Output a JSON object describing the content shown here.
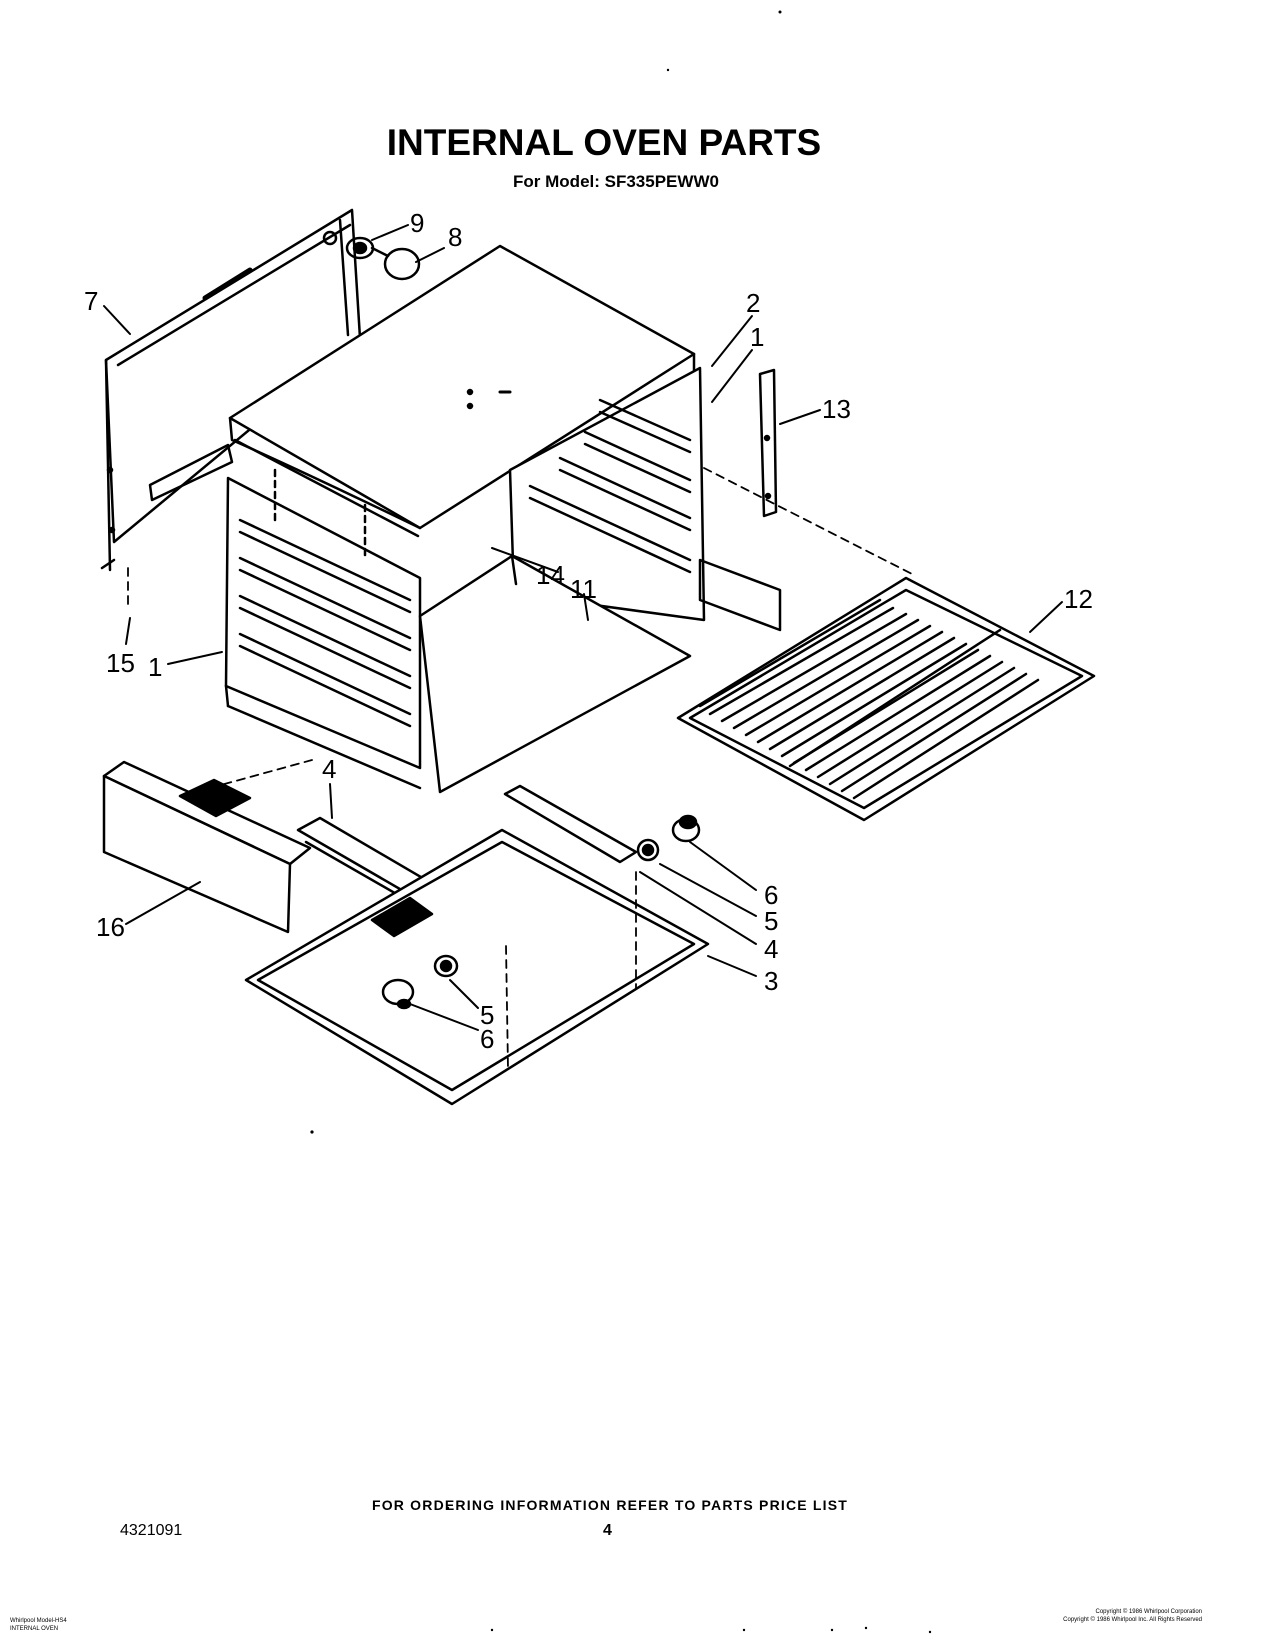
{
  "header": {
    "title": "INTERNAL OVEN PARTS",
    "model_line": "For Model: SF335PEWW0"
  },
  "callouts": [
    {
      "id": "c9",
      "text": "9"
    },
    {
      "id": "c8",
      "text": "8"
    },
    {
      "id": "c7",
      "text": "7"
    },
    {
      "id": "c2",
      "text": "2"
    },
    {
      "id": "c1a",
      "text": "1"
    },
    {
      "id": "c13",
      "text": "13"
    },
    {
      "id": "c14",
      "text": "14"
    },
    {
      "id": "c11",
      "text": "11"
    },
    {
      "id": "c12",
      "text": "12"
    },
    {
      "id": "c15",
      "text": "15"
    },
    {
      "id": "c1b",
      "text": "1"
    },
    {
      "id": "c4a",
      "text": "4"
    },
    {
      "id": "c6a",
      "text": "6"
    },
    {
      "id": "c5a",
      "text": "5"
    },
    {
      "id": "c4b",
      "text": "4"
    },
    {
      "id": "c3",
      "text": "3"
    },
    {
      "id": "c16",
      "text": "16"
    },
    {
      "id": "c5b",
      "text": "5"
    },
    {
      "id": "c6b",
      "text": "6"
    }
  ],
  "footer": {
    "ordering_info": "FOR ORDERING INFORMATION REFER TO PARTS PRICE LIST",
    "document_number": "4321091",
    "page_number": "4",
    "left_small_1": "Whirlpool Model-HS4",
    "left_small_2": "INTERNAL OVEN",
    "right_small_1": "Copyright © 1986 Whirlpool Corporation",
    "right_small_2": "Copyright © 1986 Whirlpool Inc. All Rights Reserved"
  },
  "colors": {
    "ink": "#000000",
    "paper": "#ffffff"
  }
}
